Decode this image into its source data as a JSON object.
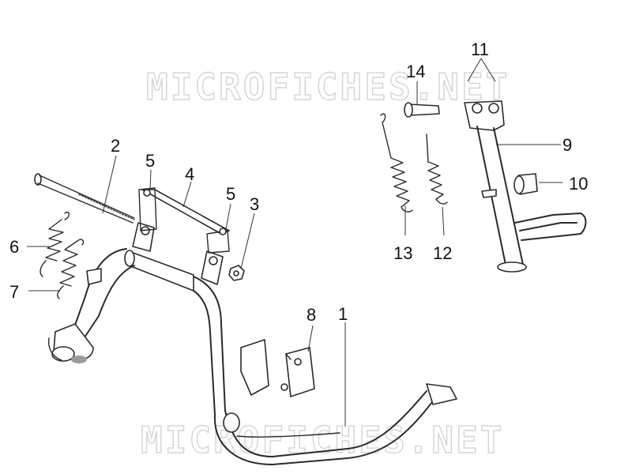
{
  "watermark": {
    "top": "MICROFICHES.NET",
    "bottom": "MICROFICHES.NET"
  },
  "callouts": {
    "c1": "1",
    "c2": "2",
    "c3": "3",
    "c4": "4",
    "c5a": "5",
    "c5b": "5",
    "c6": "6",
    "c7": "7",
    "c8": "8",
    "c9": "9",
    "c10": "10",
    "c11": "11",
    "c12": "12",
    "c13": "13",
    "c14": "14"
  },
  "colors": {
    "line": "#2a2a2a",
    "watermark": "#d4d4d4",
    "background": "#ffffff"
  }
}
